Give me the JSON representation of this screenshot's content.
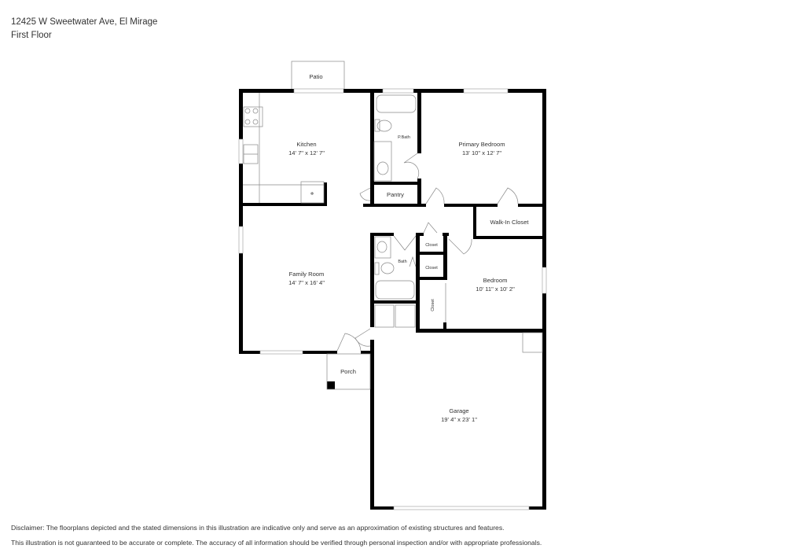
{
  "header": {
    "address": "12425 W Sweetwater Ave, El Mirage",
    "floor": "First Floor"
  },
  "rooms": [
    {
      "id": "patio",
      "name": "Patio",
      "dims": ""
    },
    {
      "id": "kitchen",
      "name": "Kitchen",
      "dims": "14' 7\" x 12' 7\""
    },
    {
      "id": "pbath",
      "name": "P.Bath",
      "dims": ""
    },
    {
      "id": "primary_bedroom",
      "name": "Primary Bedroom",
      "dims": "13' 10\" x 12' 7\""
    },
    {
      "id": "pantry",
      "name": "Pantry",
      "dims": ""
    },
    {
      "id": "walkin_closet",
      "name": "Walk-In Closet",
      "dims": ""
    },
    {
      "id": "family_room",
      "name": "Family Room",
      "dims": "14' 7\" x 16' 4\""
    },
    {
      "id": "bath",
      "name": "Bath",
      "dims": ""
    },
    {
      "id": "closet1",
      "name": "Closet",
      "dims": ""
    },
    {
      "id": "closet2",
      "name": "Closet",
      "dims": ""
    },
    {
      "id": "closet3",
      "name": "Closet",
      "dims": ""
    },
    {
      "id": "bedroom",
      "name": "Bedroom",
      "dims": "10' 11\" x 10' 2\""
    },
    {
      "id": "porch",
      "name": "Porch",
      "dims": ""
    },
    {
      "id": "garage",
      "name": "Garage",
      "dims": "19' 4\" x 23' 1\""
    }
  ],
  "disclaimer": {
    "line1": "Disclaimer: The floorplans depicted and the stated dimensions in this illustration are indicative only and serve as an approximation of existing structures and features.",
    "line2": "This illustration is not guaranteed to be accurate or complete. The accuracy of all information should be verified through personal inspection and/or with appropriate professionals."
  }
}
